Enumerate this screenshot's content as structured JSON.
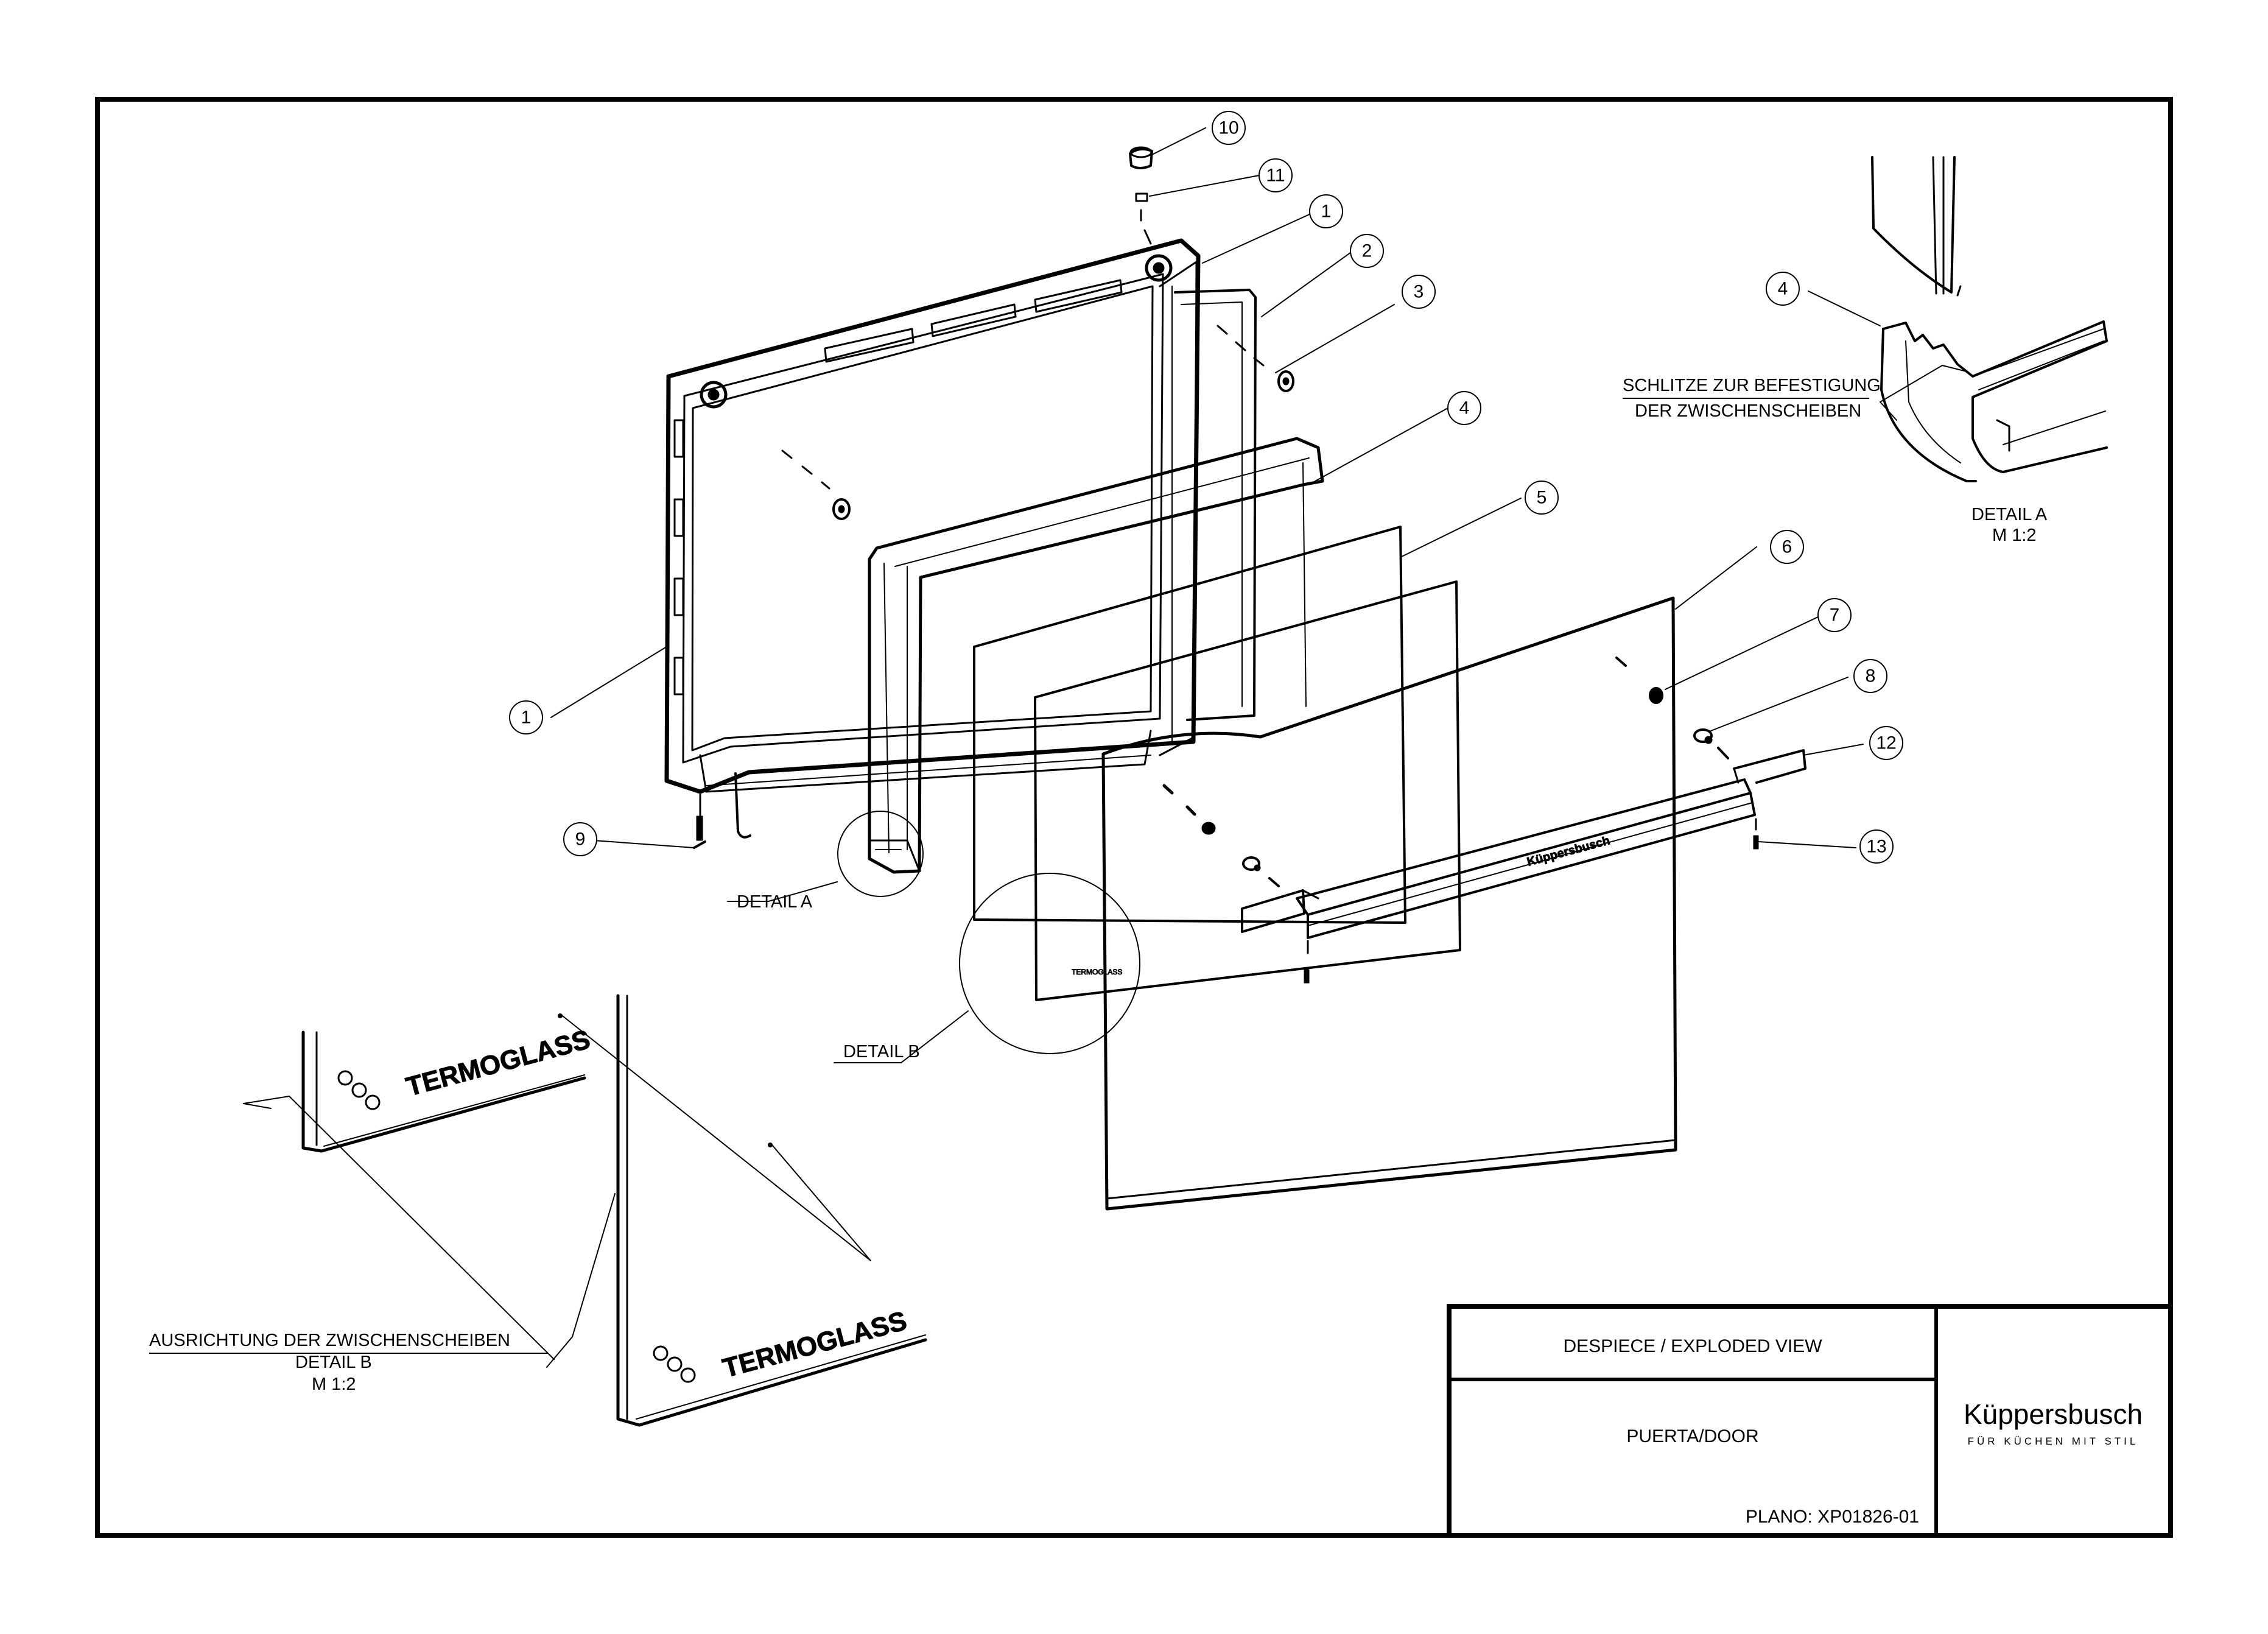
{
  "callouts": [
    {
      "num": "10"
    },
    {
      "num": "11"
    },
    {
      "num": "1"
    },
    {
      "num": "2"
    },
    {
      "num": "3"
    },
    {
      "num": "4"
    },
    {
      "num": "5"
    },
    {
      "num": "6"
    },
    {
      "num": "7"
    },
    {
      "num": "8"
    },
    {
      "num": "12"
    },
    {
      "num": "13"
    },
    {
      "num": "1"
    },
    {
      "num": "9"
    },
    {
      "num": "4"
    }
  ],
  "labels": {
    "detail_a": "DETAIL A",
    "detail_b": "DETAIL B",
    "slots_line1": "SCHLITZE ZUR BEFESTIGUNG",
    "slots_line2": "DER ZWISCHENSCHEIBEN",
    "detail_a_inset_title": "DETAIL A",
    "detail_a_inset_scale": "M 1:2",
    "alignment_line1": "AUSRICHTUNG DER ZWISCHENSCHEIBEN",
    "alignment_line2": "DETAIL B",
    "alignment_scale": "M 1:2",
    "glass_brand": "TERMOGLASS",
    "handle_brand": "Küppersbusch"
  },
  "title_block": {
    "title": "DESPIECE / EXPLODED VIEW",
    "part": "PUERTA/DOOR",
    "plan_number": "PLANO: XP01826-01",
    "brand": "Küppersbusch",
    "tagline": "FÜR KÜCHEN MIT STIL"
  }
}
